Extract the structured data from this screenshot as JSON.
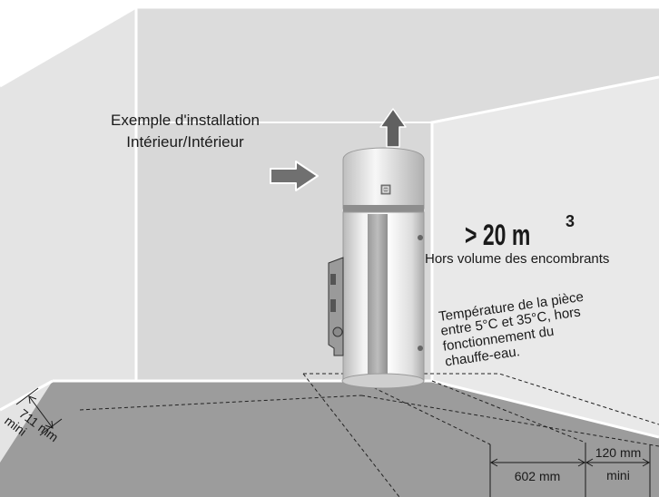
{
  "title": {
    "line1": "Exemple d'installation",
    "line2": "Intérieur/Intérieur"
  },
  "volume": {
    "value": "> 20 m",
    "exponent": "3",
    "subtitle": "Hors volume des encombrants"
  },
  "temperature_note": {
    "line1": "Température de la pièce",
    "line2": "entre 5°C et 35°C, hors",
    "line3": "fonctionnement du",
    "line4": "chauffe-eau."
  },
  "dimensions": {
    "rear_clearance": {
      "value": "711 mm",
      "qualifier": "mini"
    },
    "width": {
      "value": "602 mm"
    },
    "side_clearance": {
      "value": "120 mm",
      "qualifier": "mini"
    }
  },
  "icons": {
    "airflow_in": "arrow-right-icon",
    "airflow_out": "arrow-up-icon",
    "heater_logo": "logo-icon"
  },
  "colors": {
    "wall_back": "#d7d7d7",
    "wall_left": "#e2e2e2",
    "wall_right": "#e8e8e8",
    "ceiling": "#dcdcdc",
    "floor": "#9a9a9a",
    "arrow": "#707070",
    "outline": "#ffffff"
  }
}
